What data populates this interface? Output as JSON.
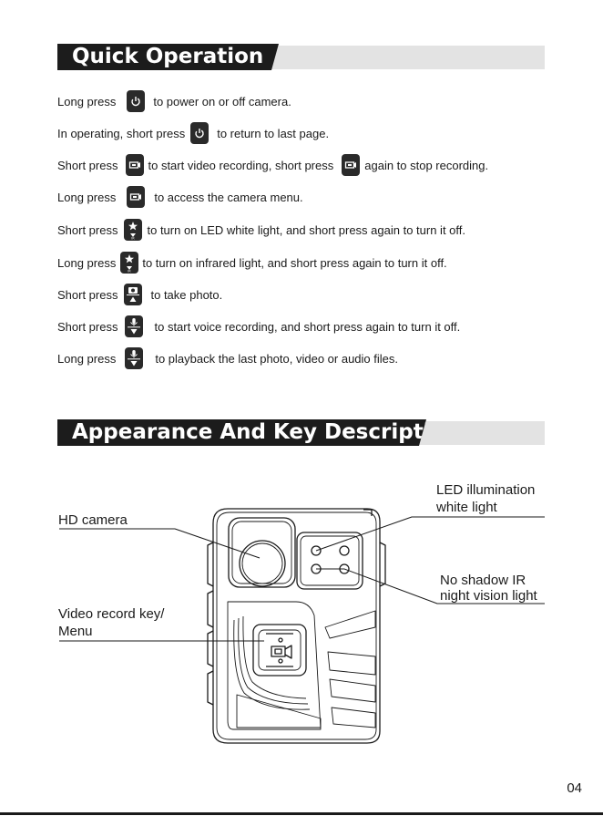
{
  "quick_operation": {
    "title": "Quick Operation",
    "lines": [
      {
        "pre": "Long press",
        "key": "power-key-icon",
        "post": "to power on or off camera."
      },
      {
        "pre": "In  operating, short press",
        "key": "power-key-icon",
        "post": "to return to last page."
      },
      {
        "pre": "Short press",
        "key": "video-key-icon",
        "post": "to start video recording, short press",
        "key2": "video-key-icon",
        "post2": "again to stop recording."
      },
      {
        "pre": "Long press",
        "key": "video-key-icon",
        "post": "to access the camera menu."
      },
      {
        "pre": "Short press",
        "key": "light-key-icon",
        "post": "to turn on LED white light, and short press again to turn it off."
      },
      {
        "pre": "Long press",
        "key": "light-key-icon",
        "post": "to turn on infrared light, and short press again to turn it off."
      },
      {
        "pre": "Short press",
        "key": "photo-key-icon",
        "post": "to take photo."
      },
      {
        "pre": "Short press",
        "key": "mic-key-icon",
        "post": "to start voice recording, and short press  again to turn it off."
      },
      {
        "pre": "Long press",
        "key": "mic-key-icon",
        "post": "to playback the last photo, video or audio files."
      }
    ]
  },
  "appearance": {
    "title": "Appearance And Key Description",
    "labels": {
      "hd_camera": "HD  camera",
      "video_key_line1": "Video record key/",
      "video_key_line2": "Menu",
      "led_line1": "LED  illumination",
      "led_line2": "white light",
      "ir_line1": "No shadow IR",
      "ir_line2": "night vision light"
    }
  },
  "page_number": "04"
}
